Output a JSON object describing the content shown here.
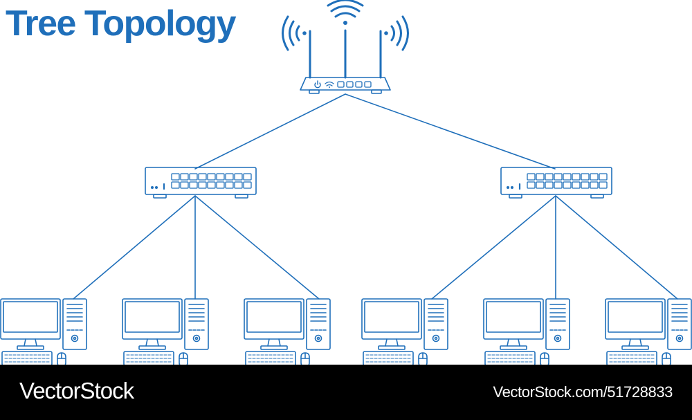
{
  "title": "Tree Topology",
  "footer": {
    "brand": "VectorStock",
    "credit": "VectorStock.com/51728833"
  },
  "colors": {
    "line": "#1f6fba",
    "title": "#1f6fba",
    "footer_bg": "#000000",
    "footer_text": "#ffffff"
  },
  "nodes": [
    {
      "id": "router",
      "type": "router-icon",
      "level": 0
    },
    {
      "id": "switch-left",
      "type": "network-switch-icon",
      "level": 1,
      "parent": "router"
    },
    {
      "id": "switch-right",
      "type": "network-switch-icon",
      "level": 1,
      "parent": "router"
    },
    {
      "id": "pc-1",
      "type": "desktop-computer-icon",
      "level": 2,
      "parent": "switch-left"
    },
    {
      "id": "pc-2",
      "type": "desktop-computer-icon",
      "level": 2,
      "parent": "switch-left"
    },
    {
      "id": "pc-3",
      "type": "desktop-computer-icon",
      "level": 2,
      "parent": "switch-left"
    },
    {
      "id": "pc-4",
      "type": "desktop-computer-icon",
      "level": 2,
      "parent": "switch-right"
    },
    {
      "id": "pc-5",
      "type": "desktop-computer-icon",
      "level": 2,
      "parent": "switch-right"
    },
    {
      "id": "pc-6",
      "type": "desktop-computer-icon",
      "level": 2,
      "parent": "switch-right"
    }
  ]
}
